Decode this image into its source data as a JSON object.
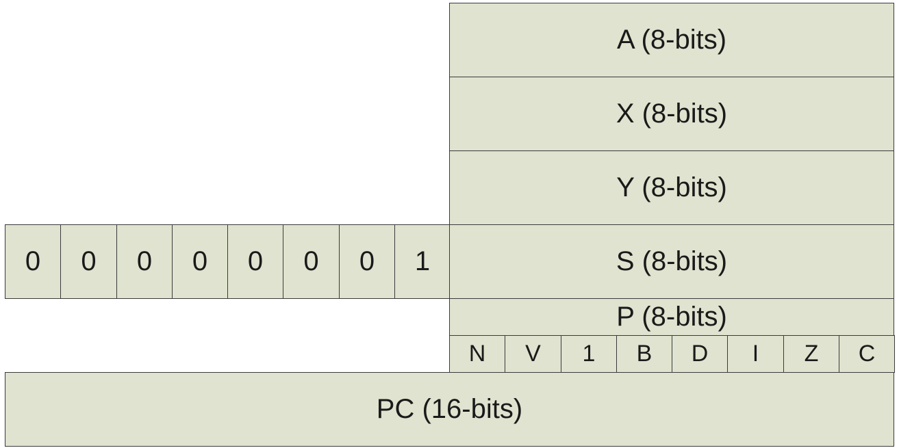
{
  "registers": {
    "a": "A (8-bits)",
    "x": "X (8-bits)",
    "y": "Y (8-bits)",
    "s": "S (8-bits)",
    "p": "P (8-bits)",
    "pc": "PC (16-bits)"
  },
  "stack_prefix": [
    "0",
    "0",
    "0",
    "0",
    "0",
    "0",
    "0",
    "1"
  ],
  "flags": [
    "N",
    "V",
    "1",
    "B",
    "D",
    "I",
    "Z",
    "C"
  ]
}
